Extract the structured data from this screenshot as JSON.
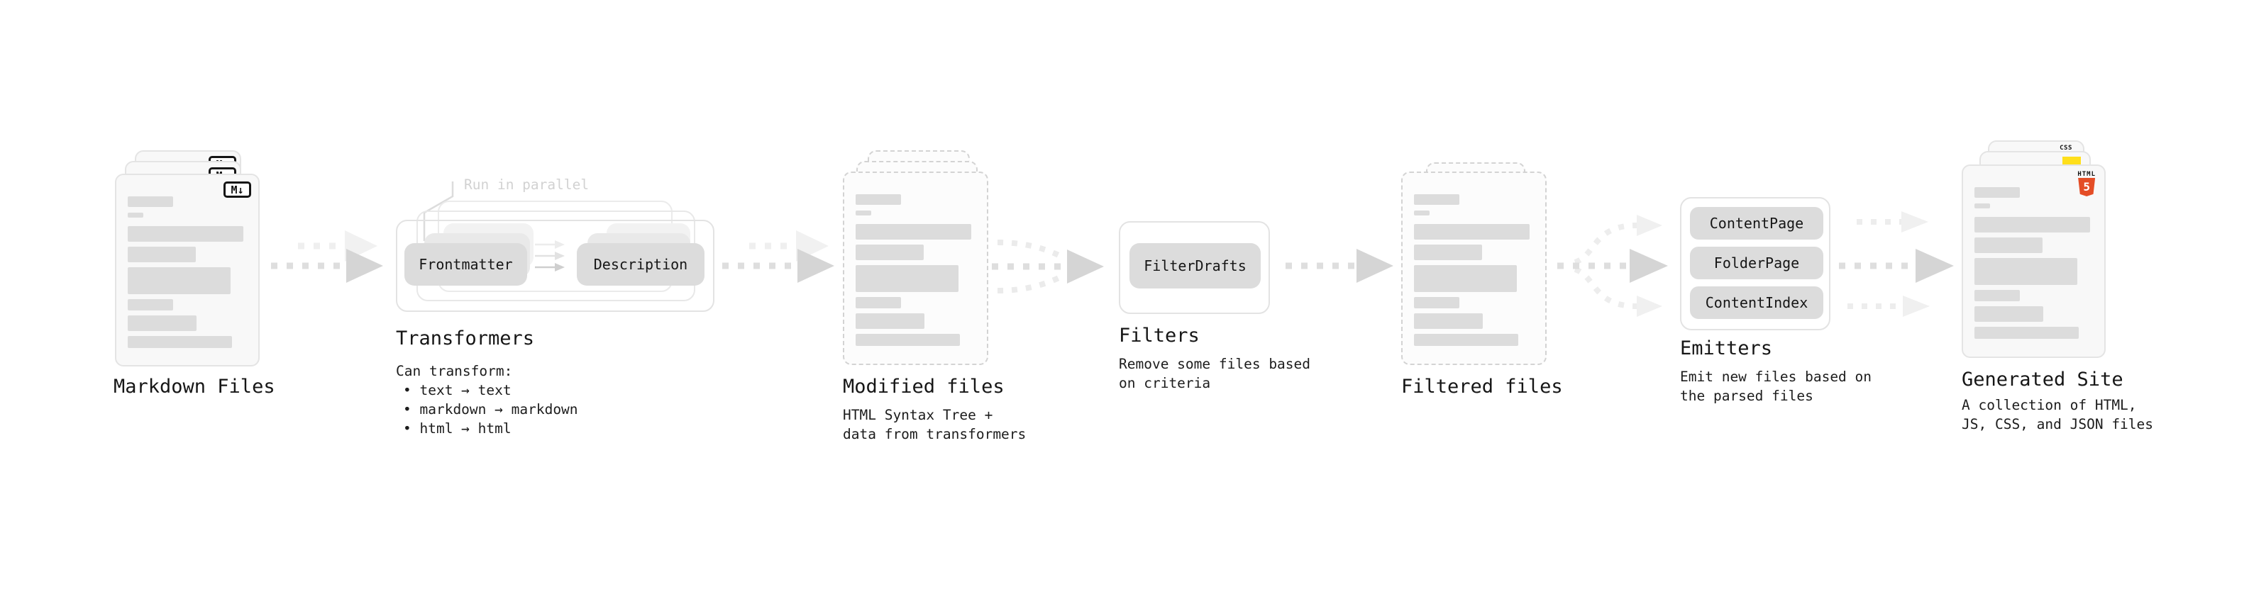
{
  "diagram": {
    "stage_markdown": {
      "title": "Markdown Files",
      "file_icon_label": "M↓"
    },
    "stage_transformers": {
      "title": "Transformers",
      "annotation": "Run in parallel",
      "note_heading": "Can transform:",
      "bullets": [
        "• text → text",
        "• markdown → markdown",
        "• html → html"
      ],
      "chips": [
        "Frontmatter",
        "Description"
      ]
    },
    "stage_modified": {
      "title": "Modified files",
      "subtitle_lines": [
        "HTML Syntax Tree +",
        "data from transformers"
      ]
    },
    "stage_filters": {
      "title": "Filters",
      "subtitle_lines": [
        "Remove some files based",
        "on criteria"
      ],
      "chips": [
        "FilterDrafts"
      ]
    },
    "stage_filtered": {
      "title": "Filtered files"
    },
    "stage_emitters": {
      "title": "Emitters",
      "subtitle_lines": [
        "Emit new files based on",
        "the parsed files"
      ],
      "chips": [
        "ContentPage",
        "FolderPage",
        "ContentIndex"
      ]
    },
    "stage_generated": {
      "title": "Generated Site",
      "subtitle_lines": [
        "A collection of HTML,",
        "JS, CSS, and JSON files"
      ],
      "css_icon_label": "CSS",
      "html_icon_label": "HTML",
      "html_icon_number": "5"
    }
  },
  "colors": {
    "html5_orange": "#e44d26",
    "js_yellow": "#ffdf1b",
    "css_blue": "#2962ef",
    "arrow_gray": "#d6d6d6",
    "arrow_light": "#efefef"
  }
}
